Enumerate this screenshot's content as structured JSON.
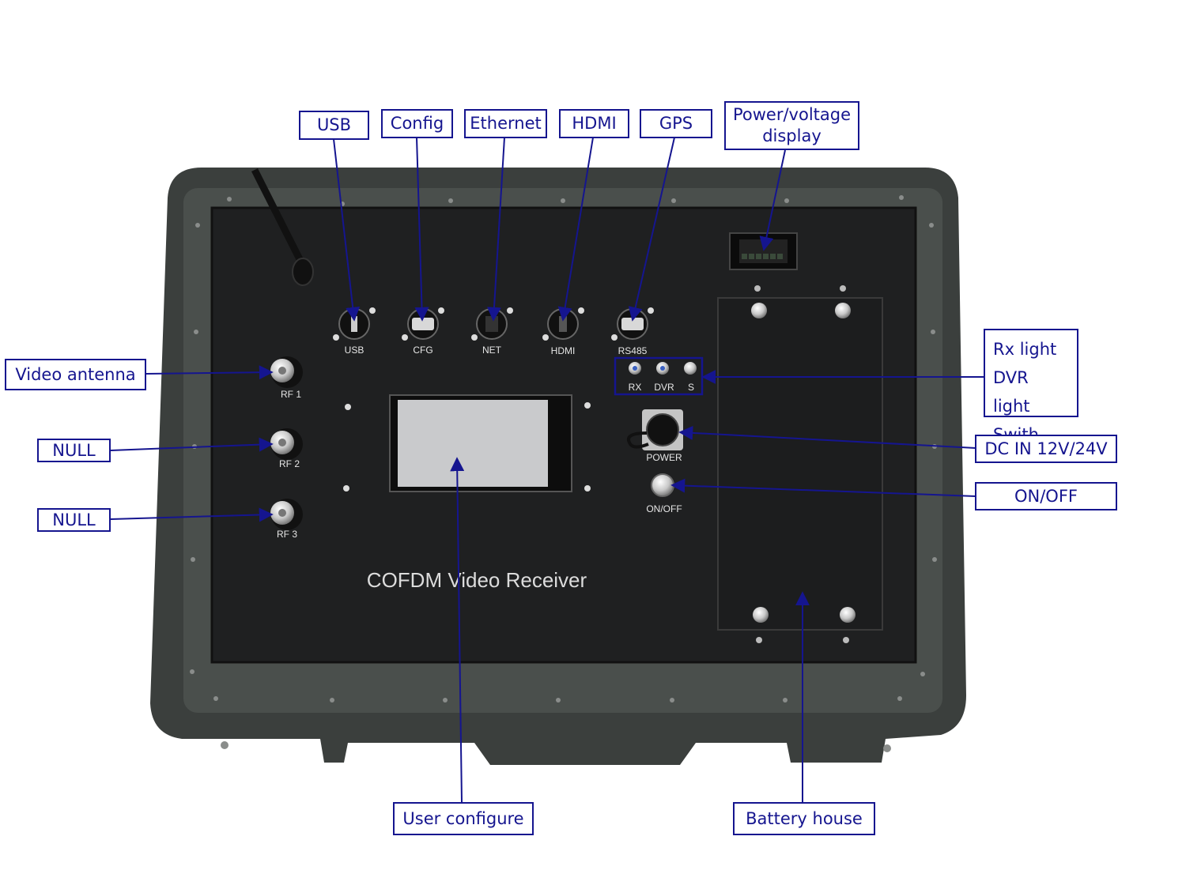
{
  "device": {
    "title": "COFDM Video Receiver",
    "colors": {
      "case": "#3b3f3d",
      "panel": "#1f2021",
      "screen": "#c9cacc",
      "callout": "#15158f"
    }
  },
  "panel_labels": {
    "usb": "USB",
    "cfg": "CFG",
    "net": "NET",
    "hdmi": "HDMI",
    "rs485": "RS485",
    "rx": "RX",
    "dvr": "DVR",
    "s": "S",
    "power": "POWER",
    "onoff": "ON/OFF",
    "rf1": "RF 1",
    "rf2": "RF 2",
    "rf3": "RF 3"
  },
  "callouts": {
    "usb": "USB",
    "config": "Config",
    "ethernet": "Ethernet",
    "hdmi": "HDMI",
    "gps": "GPS",
    "power_display": "Power/voltage\ndisplay",
    "rx_light": "Rx light",
    "dvr_light": "DVR light",
    "switch": "Swith",
    "dc_in": "DC IN 12V/24V",
    "on_off": "ON/OFF",
    "video_antenna": "Video antenna",
    "null_1": "NULL",
    "null_2": "NULL",
    "user_configure": "User configure",
    "battery_house": "Battery house"
  }
}
